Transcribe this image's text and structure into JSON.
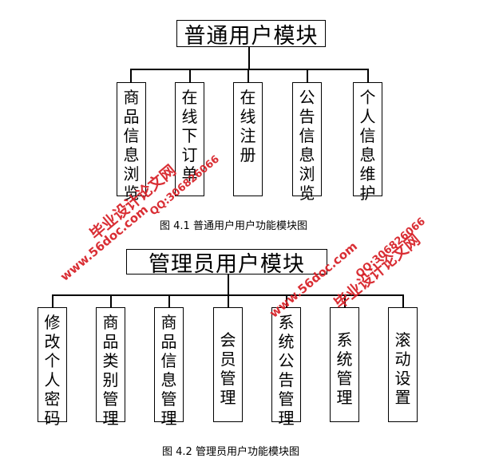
{
  "diagram1": {
    "title": "普通用户模块",
    "children": [
      "商品信息浏览",
      "在线下订单",
      "在线注册",
      "公告信息浏览",
      "个人信息维护"
    ],
    "caption": "图 4.1 普通用户用户功能模块图"
  },
  "diagram2": {
    "title": "管理员用户模块",
    "children": [
      "修改个人密码",
      "商品类别管理",
      "商品信息管理",
      "会员管理",
      "系统公告管理",
      "系统管理",
      "滚动设置"
    ],
    "caption": "图 4.2  管理员用户功能模块图"
  },
  "watermarks": {
    "site_cn": "毕业设计论文网",
    "url": "www.56doc.com",
    "qq": "QQ:306826066"
  },
  "colors": {
    "watermark": "#d8232a",
    "line": "#000000"
  }
}
